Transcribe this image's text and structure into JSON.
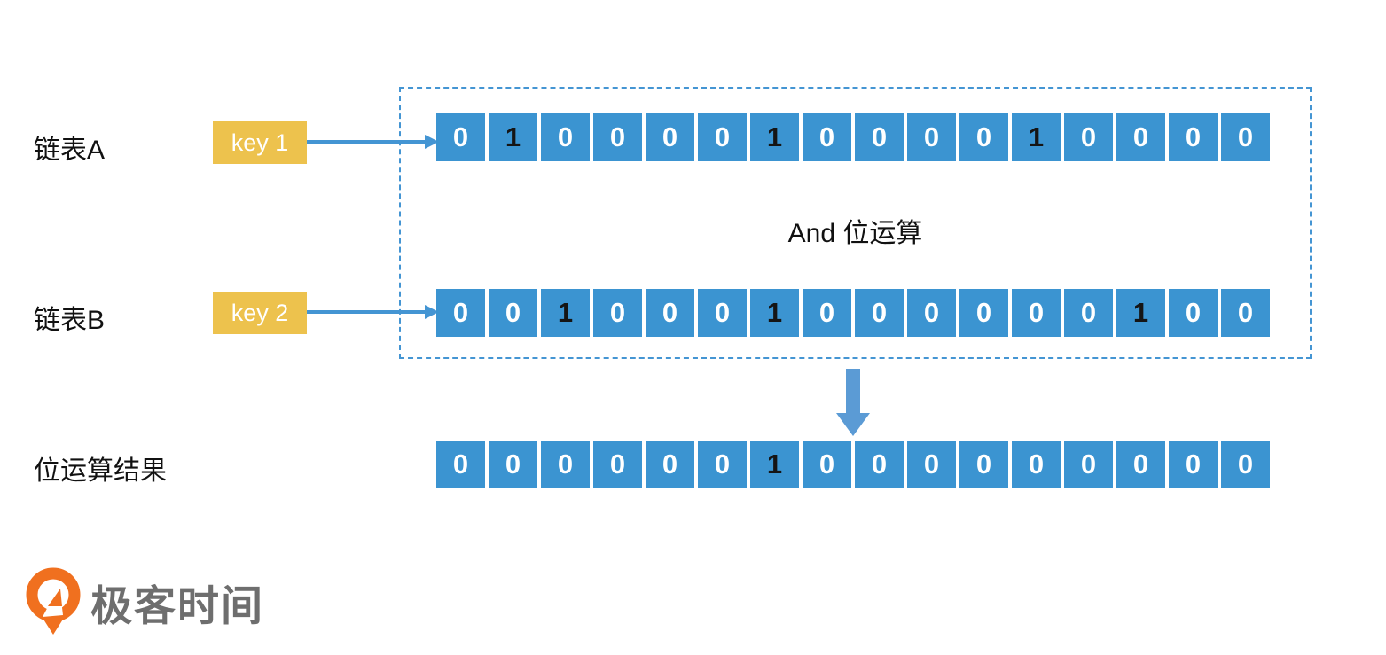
{
  "labels": {
    "row_a": "链表A",
    "row_b": "链表B",
    "result": "位运算结果",
    "operation": "And 位运算",
    "key1": "key 1",
    "key2": "key 2",
    "logo_text": "极客时间"
  },
  "bits": {
    "row_a": [
      0,
      1,
      0,
      0,
      0,
      0,
      1,
      0,
      0,
      0,
      0,
      1,
      0,
      0,
      0,
      0
    ],
    "row_b": [
      0,
      0,
      1,
      0,
      0,
      0,
      1,
      0,
      0,
      0,
      0,
      0,
      0,
      1,
      0,
      0
    ],
    "result": [
      0,
      0,
      0,
      0,
      0,
      0,
      1,
      0,
      0,
      0,
      0,
      0,
      0,
      0,
      0,
      0
    ]
  },
  "colors": {
    "cell_blue": "#3B94D1",
    "arrow_blue": "#4495D3",
    "big_arrow_blue": "#5B9BD5",
    "key_yellow": "#EDC24D",
    "bit_one_text": "#151515",
    "bit_zero_text": "#ffffff",
    "dashed_border": "#4495D3",
    "logo_orange": "#F0701F",
    "logo_text_gray": "#6E6E6E"
  }
}
